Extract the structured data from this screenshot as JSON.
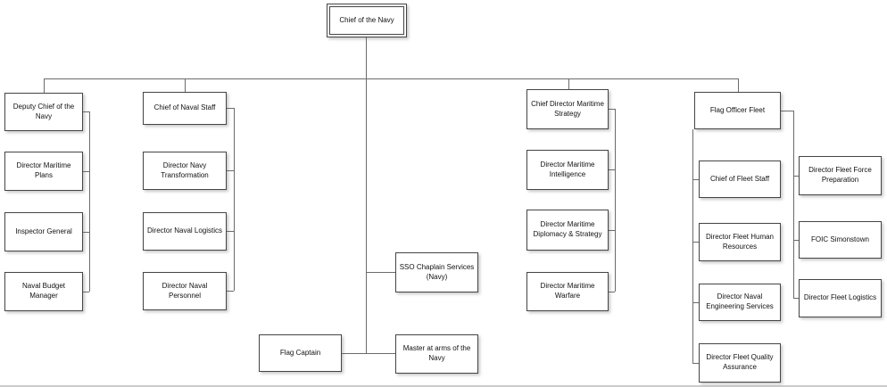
{
  "chart": {
    "root": "Chief of the Navy",
    "col_deputy": {
      "head": "Deputy Chief of the Navy",
      "items": [
        "Director Maritime Plans",
        "Inspector General",
        "Naval Budget Manager"
      ]
    },
    "col_naval_staff": {
      "head": "Chief of Naval Staff",
      "items": [
        "Director Navy Transformation",
        "Director Naval Logistics",
        "Director Naval Personnel"
      ]
    },
    "center": {
      "sso": "SSO Chaplain Services (Navy)",
      "flag_captain": "Flag Captain",
      "master_at_arms": "Master at arms of the Navy"
    },
    "col_maritime": {
      "head": "Chief Director Maritime Strategy",
      "items": [
        "Director Maritime Intelligence",
        "Director Maritime Diplomacy & Strategy",
        "Director Maritime Warfare"
      ]
    },
    "col_fleet": {
      "head": "Flag Officer Fleet",
      "left_items": [
        "Chief of Fleet Staff",
        "Director Fleet Human Resources",
        "Director Naval Engineering Services",
        "Director Fleet Quality Assurance"
      ],
      "right_items": [
        "Director Fleet Force Preparation",
        "FOIC Simonstown",
        "Director Fleet Logistics"
      ]
    },
    "colors": {
      "box_border": "#454545",
      "connector": "#6b6b6b",
      "page_rule": "#cccccc"
    }
  }
}
